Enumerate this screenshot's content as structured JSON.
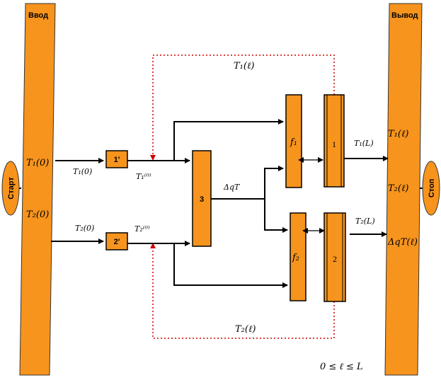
{
  "input": {
    "title": "Ввод",
    "t1_label": "T₁(0)",
    "t2_label": "T₂(0)"
  },
  "output": {
    "title": "Вывод",
    "t1_label": "T₁(ℓ)",
    "t2_label": "T₂(ℓ)",
    "dq_label": "ΔqT(ℓ)"
  },
  "start": {
    "label": "Старт"
  },
  "stop": {
    "label": "Стоп"
  },
  "blocks": {
    "b1p": "1'",
    "b2p": "2'",
    "b3": "3",
    "f1": "f₁",
    "f2": "f₂",
    "ex1": "1",
    "ex2": "2"
  },
  "signals": {
    "t1_0": "T₁(0)",
    "t2_0": "T₂(0)",
    "t1_init": "T₁⁽⁰⁾",
    "t2_init": "T₂⁽⁰⁾",
    "dq": "ΔqT",
    "t1_L": "T₁(L)",
    "t2_L": "T₂(L)",
    "feedback_top": "T₁(ℓ)",
    "feedback_bottom": "T₂(ℓ)"
  },
  "range": "0 ≤ ℓ ≤ L",
  "colors": {
    "block_fill": "#F7941D",
    "feedback": "#CC0000"
  }
}
